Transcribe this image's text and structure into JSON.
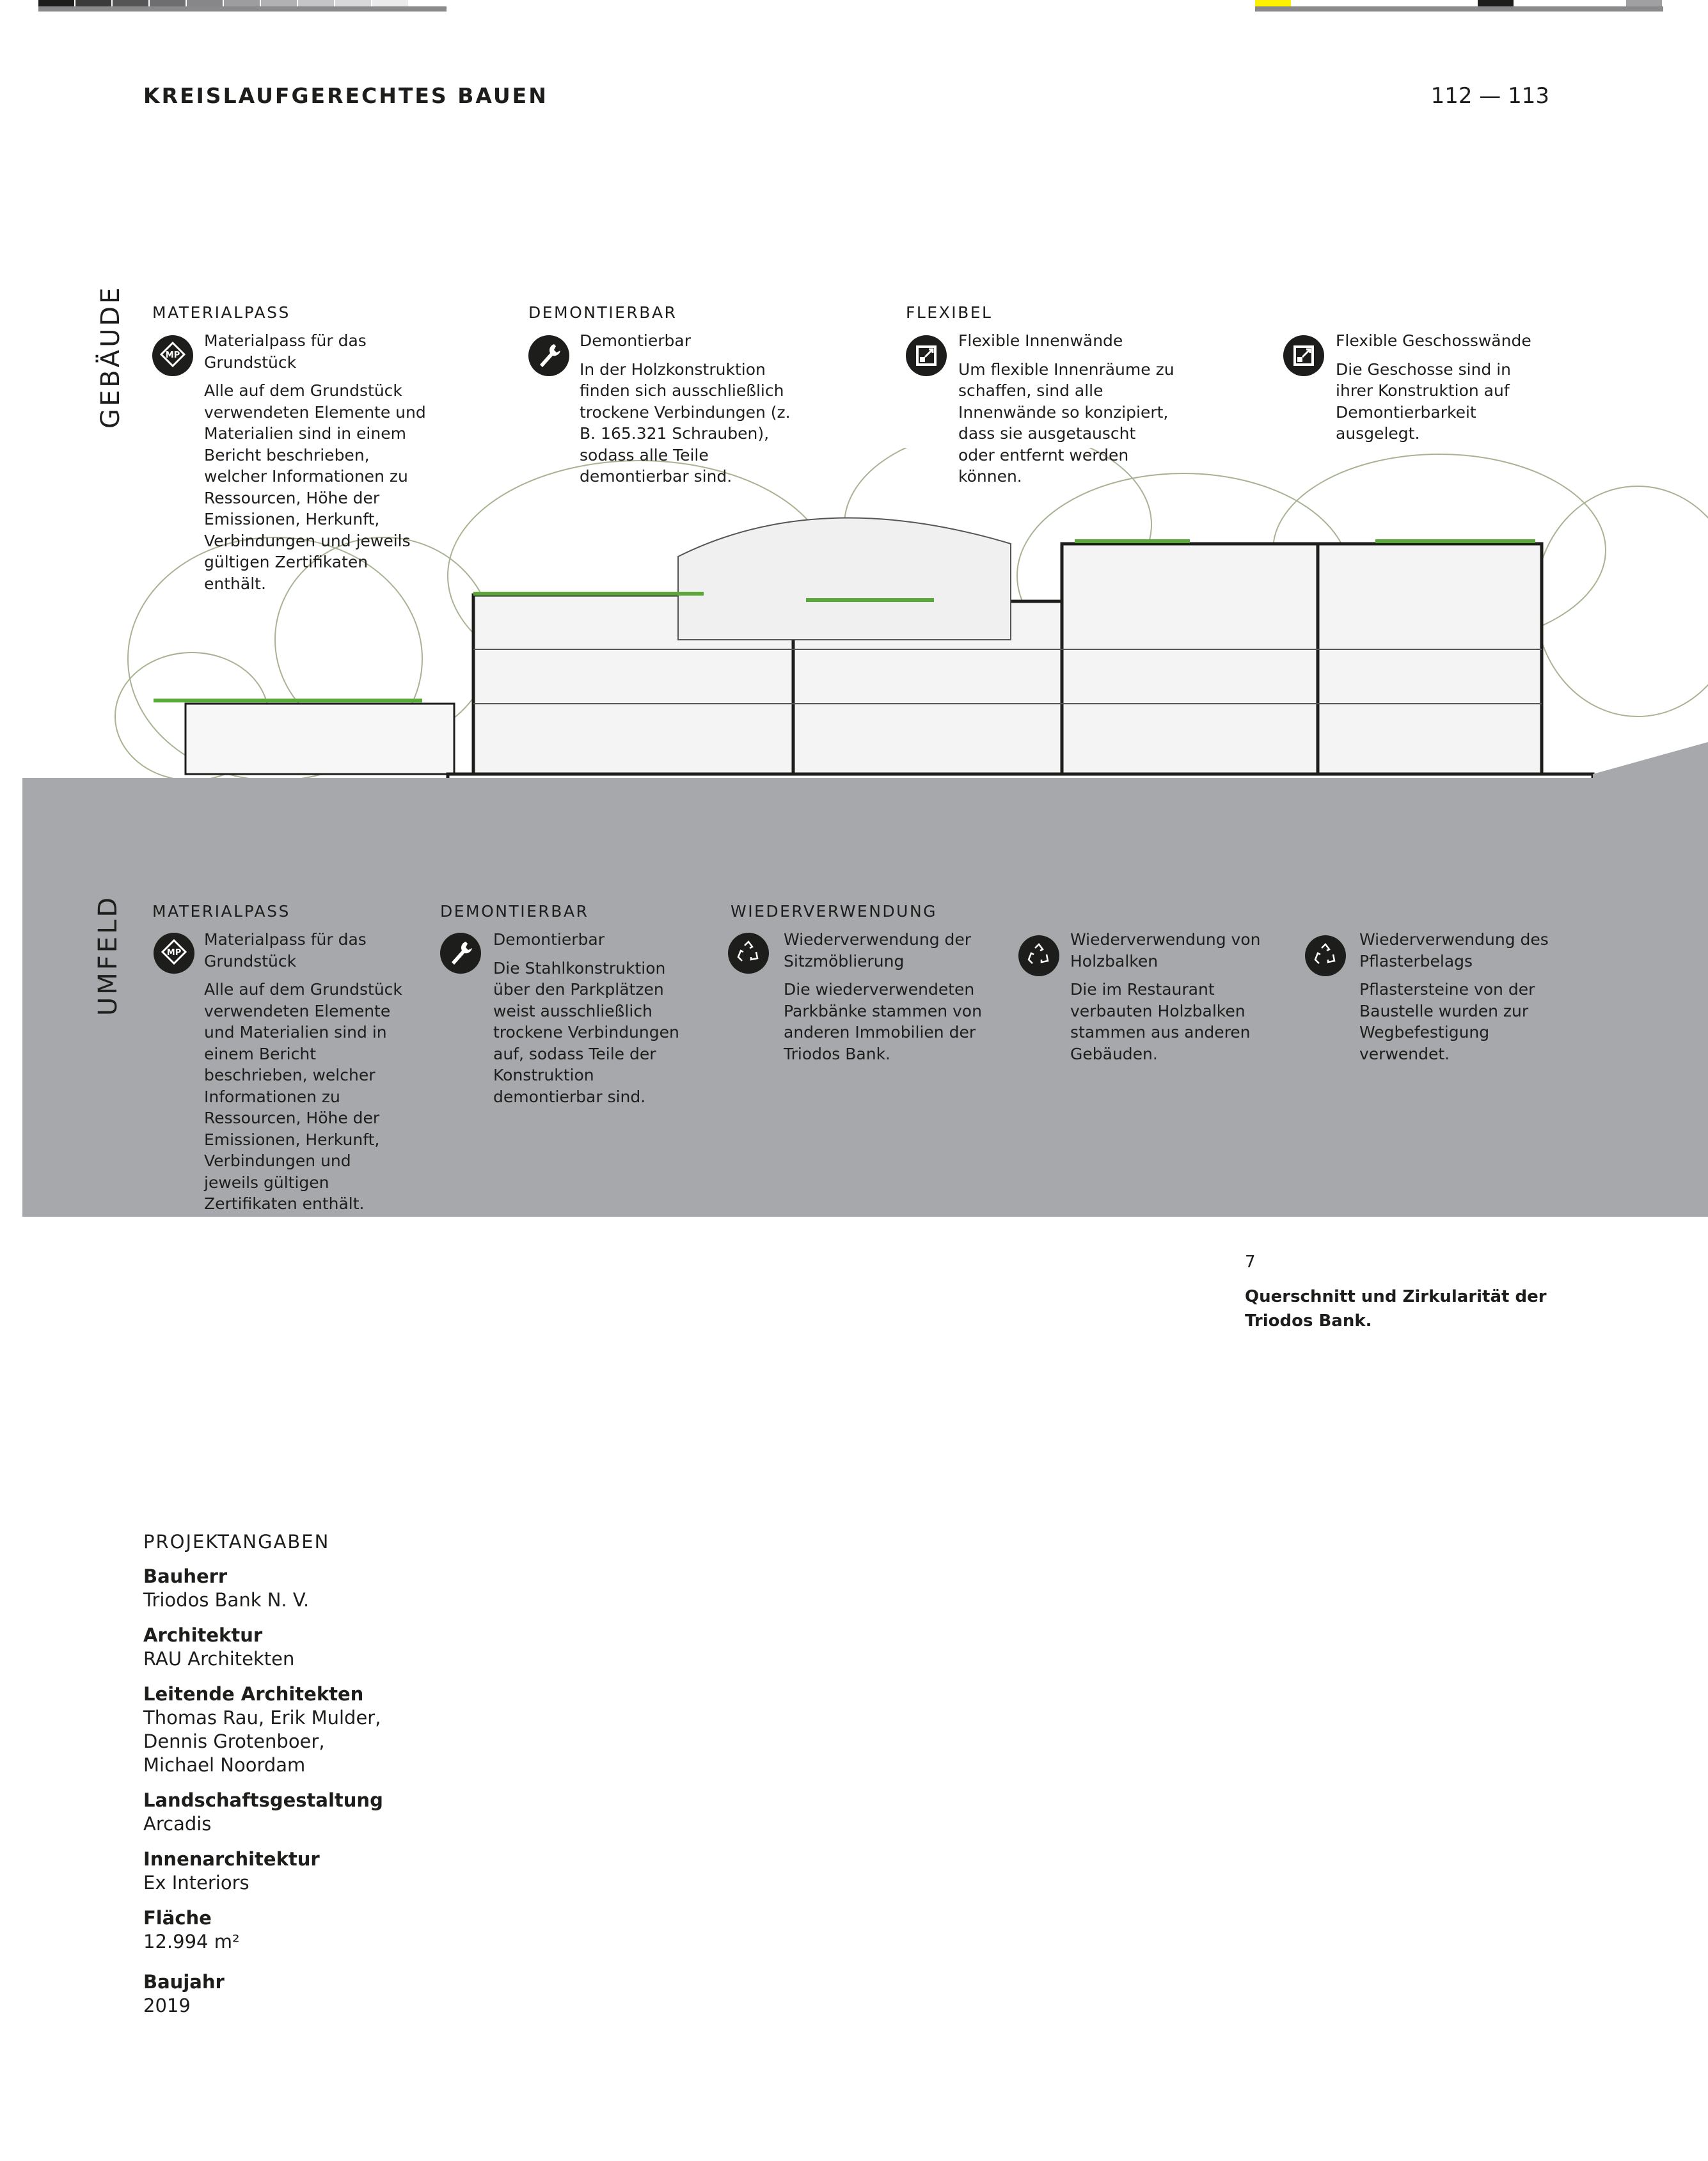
{
  "header": {
    "title": "KREISLAUFGERECHTES BAUEN",
    "pages": "112 — 113"
  },
  "colors": {
    "umfeld_bg": "#a7a8ab",
    "ink": "#1d1d1b",
    "greenery": "#8c9a70"
  },
  "gebaeude": {
    "side_label": "GEBÄUDE",
    "columns": [
      {
        "label": "MATERIALPASS",
        "icon": "material-passport-icon",
        "title": "Materialpass für das Grundstück",
        "text": "Alle auf dem Grundstück verwendeten Elemente und Materialien sind in einem Bericht beschrieben, welcher Informationen zu Ressourcen, Höhe der Emissionen, Herkunft, Verbindungen und jeweils gültigen Zertifikaten enthält."
      },
      {
        "label": "DEMONTIERBAR",
        "icon": "wrench-icon",
        "title": "Demontierbar",
        "text": "In der Holzkonstruktion finden sich ausschließlich trockene Verbindungen (z. B. 165.321 Schrauben), sodass alle Teile demontierbar sind."
      },
      {
        "label": "FLEXIBEL",
        "icon": "flexible-layout-icon",
        "title": "Flexible Innenwände",
        "text": "Um flexible Innenräume zu schaffen, sind alle Innenwände so konzipiert, dass sie ausgetauscht oder entfernt werden können."
      },
      {
        "label": "",
        "icon": "flexible-layout-icon",
        "title": "Flexible Geschosswände",
        "text": "Die Geschosse sind in ihrer Konstruktion auf Demontierbarkeit ausgelegt."
      }
    ]
  },
  "umfeld": {
    "side_label": "UMFELD",
    "labels": [
      "MATERIALPASS",
      "DEMONTIERBAR",
      "WIEDERVERWENDUNG"
    ],
    "columns": [
      {
        "icon": "material-passport-icon",
        "title": "Materialpass für das Grundstück",
        "text": "Alle auf dem Grundstück verwendeten Elemente und Materialien sind in einem Bericht beschrieben, welcher Informationen zu Ressourcen, Höhe der Emissionen, Herkunft, Verbindungen und jeweils gültigen Zertifikaten enthält."
      },
      {
        "icon": "wrench-icon",
        "title": "Demontierbar",
        "text": "Die Stahlkonstruktion über den Parkplätzen weist ausschließlich trockene Verbindungen auf, sodass Teile der Konstruktion demontierbar sind."
      },
      {
        "icon": "recycle-icon",
        "title": "Wiederverwendung der Sitzmöblierung",
        "text": "Die wiederverwendeten Parkbänke stammen von anderen Immobilien der Triodos Bank."
      },
      {
        "icon": "recycle-icon",
        "title": "Wiederverwendung von Holzbalken",
        "text": "Die im Restaurant verbauten Holzbalken stammen aus anderen Gebäuden."
      },
      {
        "icon": "recycle-icon",
        "title": "Wiederverwendung des Pflasterbelags",
        "text": "Pflastersteine von der Baustelle wurden zur Wegbefestigung verwendet."
      }
    ]
  },
  "caption": {
    "number": "7",
    "text": "Querschnitt und Zirkularität der Triodos Bank."
  },
  "project": {
    "heading": "PROJEKTANGABEN",
    "entries": [
      {
        "label": "Bauherr",
        "value": "Triodos Bank N. V."
      },
      {
        "label": "Architektur",
        "value": "RAU Architekten"
      },
      {
        "label": "Leitende Architekten",
        "value": "Thomas Rau, Erik Mulder, Dennis Grotenboer, Michael Noordam"
      },
      {
        "label": "Landschaftsgestaltung",
        "value": "Arcadis"
      },
      {
        "label": "Innenarchitektur",
        "value": "Ex Interiors"
      },
      {
        "label": "Fläche",
        "value": "12.994 m²"
      },
      {
        "label": "Baujahr",
        "value": "2019"
      }
    ]
  }
}
